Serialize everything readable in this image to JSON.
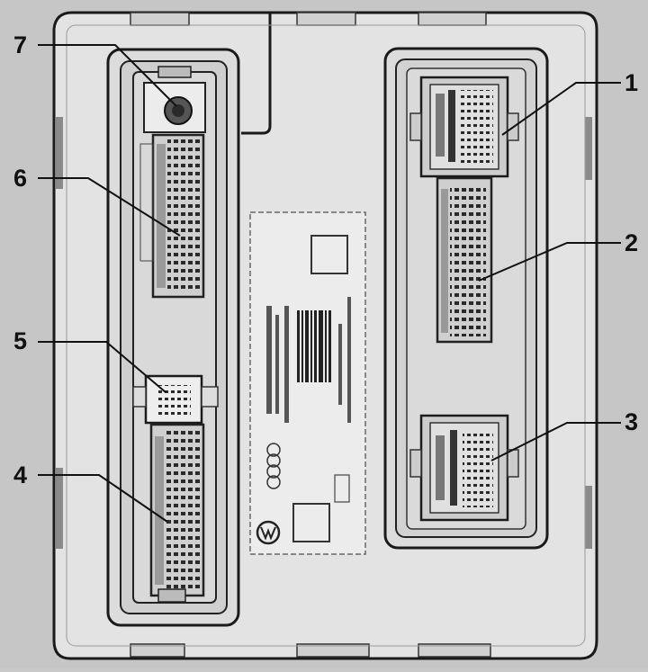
{
  "callouts": [
    {
      "id": "1",
      "label": "1"
    },
    {
      "id": "2",
      "label": "2"
    },
    {
      "id": "3",
      "label": "3"
    },
    {
      "id": "4",
      "label": "4"
    },
    {
      "id": "5",
      "label": "5"
    },
    {
      "id": "6",
      "label": "6"
    },
    {
      "id": "7",
      "label": "7"
    }
  ],
  "colors": {
    "background": "#c9c9c9",
    "housing": "#e2e2e2",
    "outline": "#1c1c1c",
    "connector_dark": "#6b6b6b",
    "connector_light": "#d8d8d8"
  },
  "label": {
    "brand_logo": "vw-logo",
    "secondary_logo": "audi-rings-logo"
  }
}
